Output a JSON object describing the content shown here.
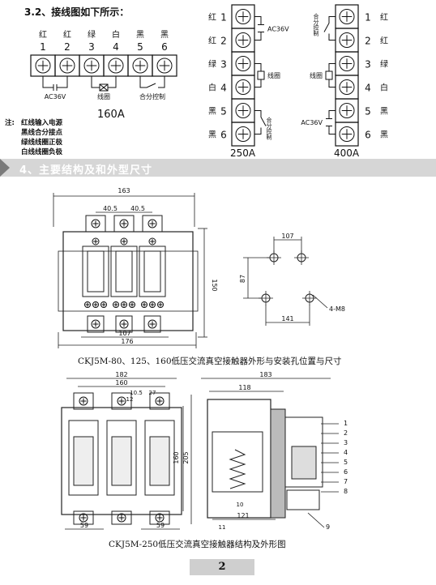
{
  "section": {
    "title": "3.2、接线图如下所示："
  },
  "wiring160": {
    "top_colors": [
      "红",
      "红",
      "绿",
      "白",
      "黑",
      "黑"
    ],
    "terminals": [
      "1",
      "2",
      "3",
      "4",
      "5",
      "6"
    ],
    "labels": {
      "ac": "AC36V",
      "coil": "线圈",
      "aux": "合分控制"
    },
    "model": "160A"
  },
  "notes": {
    "prefix": "注:",
    "lines": [
      "红线输入电源",
      "黑线合分接点",
      "绿线线圈正极",
      "白线线圈负极"
    ]
  },
  "wiring250": {
    "colors": [
      "红",
      "红",
      "绿",
      "白",
      "黑",
      "黑"
    ],
    "terminals": [
      "1",
      "2",
      "3",
      "4",
      "5",
      "6"
    ],
    "labels": {
      "ac": "AC36V",
      "coil": "线圈",
      "aux": "合分控制"
    },
    "model": "250A"
  },
  "wiring400": {
    "colors": [
      "红",
      "红",
      "绿",
      "白",
      "黑",
      "黑"
    ],
    "terminals": [
      "1",
      "2",
      "3",
      "4",
      "5",
      "6"
    ],
    "labels": {
      "ac": "AC36V",
      "coil": "线圈",
      "aux": "合分控制"
    },
    "model": "400A"
  },
  "section4": {
    "title": "4、主要结构及和外型尺寸"
  },
  "fig1": {
    "dims": {
      "w163": "163",
      "p1": "40.5",
      "p2": "40.5",
      "h150": "150",
      "b107": "107",
      "b176": "176"
    },
    "mount": {
      "top": "107",
      "left": "87",
      "bottom": "141",
      "holes": "4-M8"
    },
    "caption": "CKJ5M-80、125、160低压交流真空接触器外形与安装孔位置与尺寸"
  },
  "fig2": {
    "dims": {
      "w182": "182",
      "w160": "160",
      "p10_5": "10.5",
      "d12": "12",
      "d27": "27",
      "h160": "160",
      "h205": "205",
      "b59a": "59",
      "b59b": "59",
      "w183": "183",
      "w118": "118",
      "b121": "121",
      "b11": "11",
      "b10": "10"
    },
    "parts": [
      "1",
      "2",
      "3",
      "4",
      "5",
      "6",
      "7",
      "8",
      "9"
    ],
    "caption": "CKJ5M-250低压交流真空接触器结构及外形图"
  },
  "page": {
    "number": "2"
  }
}
